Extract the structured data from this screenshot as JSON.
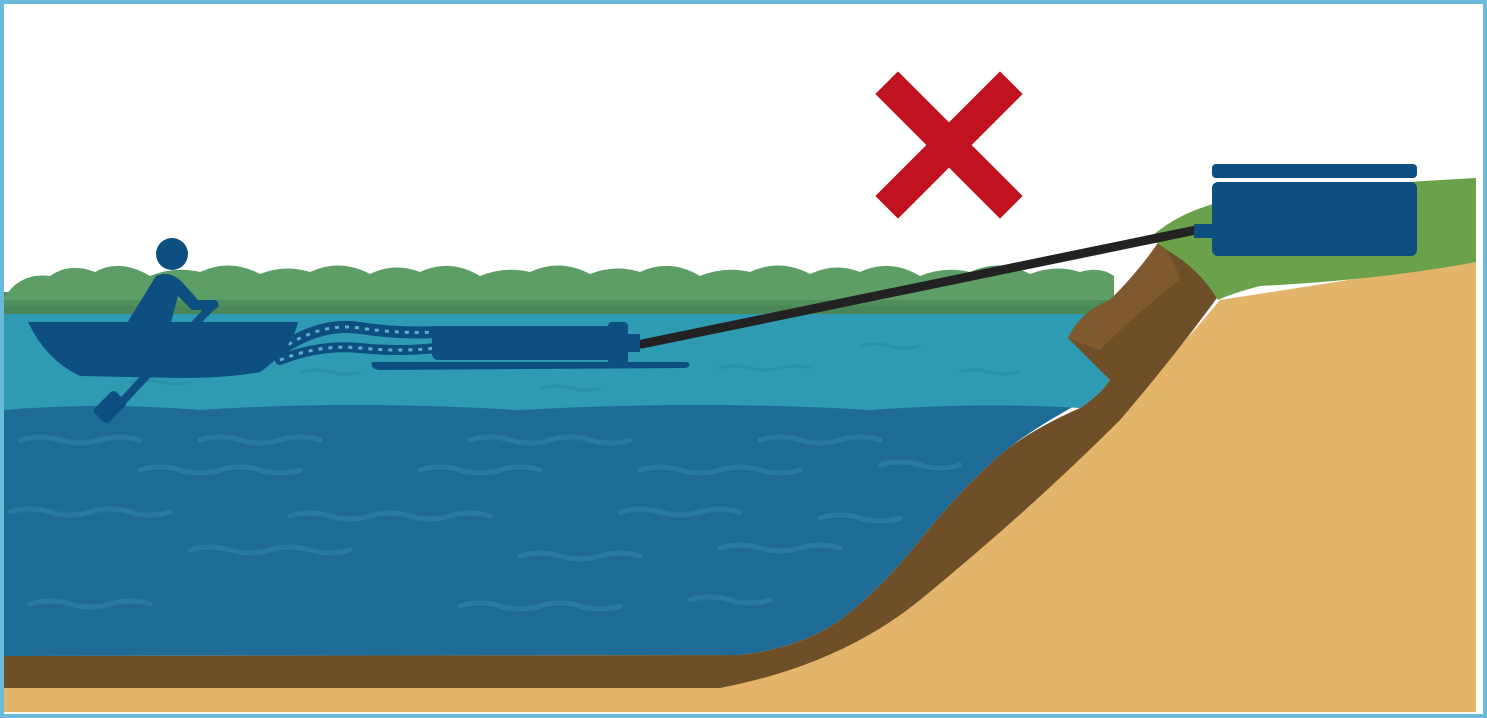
{
  "scene": {
    "kind": "illustration",
    "indicator": {
      "icon": "x-mark-icon",
      "meaning": "incorrect"
    },
    "elements": [
      "rowing-boat-with-person",
      "floating-hose",
      "submerged-pipe-with-pontoon",
      "rigid-pipe-to-shore",
      "shore-pump-unit",
      "lake-water",
      "distant-treeline",
      "sloped-shoreline",
      "lake-bed-sediment"
    ]
  },
  "palette": {
    "frame": "#6cbad9",
    "sky": "#ffffff",
    "trees": "#4e8f5c",
    "trees_light": "#5c9e66",
    "water_surface": "#2e9bb3",
    "water_deep": "#1e6b95",
    "wave_lines": "#2a7ea3",
    "sediment": "#6e4f28",
    "sand": "#e4b46a",
    "grass": "#6aa14a",
    "equipment": "#0d4f80",
    "rod": "#222222",
    "x_mark": "#c1121f"
  }
}
